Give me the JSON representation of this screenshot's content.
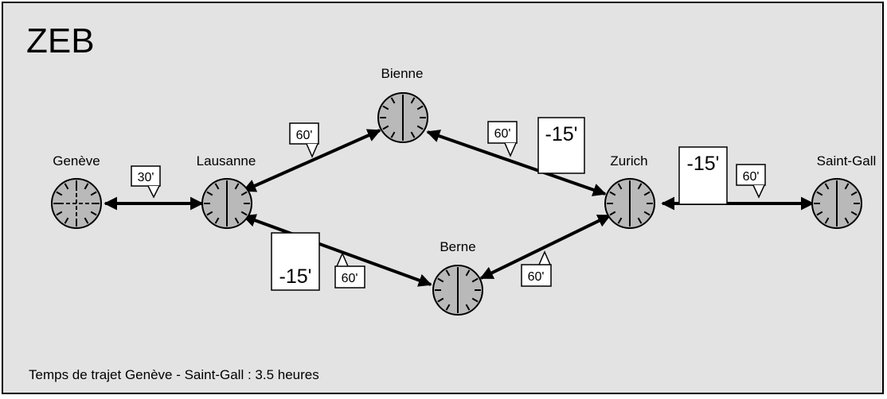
{
  "title": "ZEB",
  "footer": "Temps de trajet Genève - Saint-Gall  : 3.5 heures",
  "colors": {
    "background": "#e3e3e3",
    "node_fill": "#b9b9b9",
    "border": "#000000",
    "tag_fill": "#ffffff"
  },
  "nodes": {
    "geneve": {
      "label": "Genève"
    },
    "lausanne": {
      "label": "Lausanne"
    },
    "bienne": {
      "label": "Bienne"
    },
    "berne": {
      "label": "Berne"
    },
    "zurich": {
      "label": "Zurich"
    },
    "saint_gall": {
      "label": "Saint-Gall"
    }
  },
  "links": {
    "geneve_lausanne": {
      "time": "30'"
    },
    "lausanne_bienne": {
      "time": "60'"
    },
    "bienne_zurich": {
      "time": "60'",
      "adjustment": "-15'"
    },
    "lausanne_berne": {
      "time": "60'",
      "adjustment": "-15'"
    },
    "berne_zurich": {
      "time": "60'"
    },
    "zurich_saint_gall": {
      "time": "60'",
      "adjustment": "-15'"
    }
  }
}
